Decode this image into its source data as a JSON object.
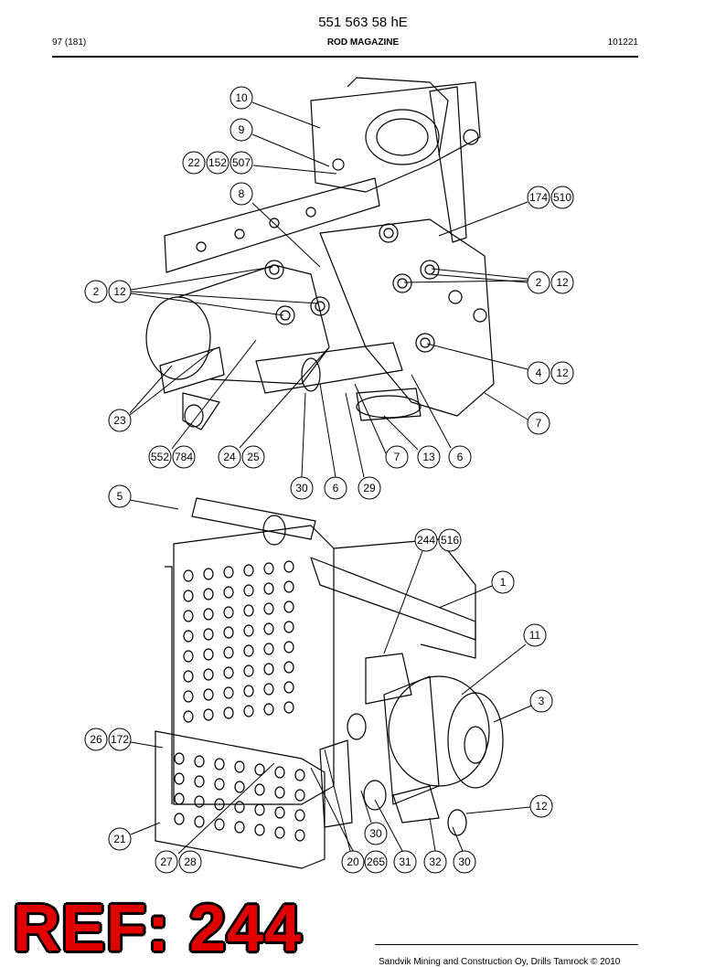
{
  "header": {
    "document_number": "551 563 58 hE",
    "page": "97 (181)",
    "section_title": "ROD MAGAZINE",
    "date_code": "101221"
  },
  "footer": {
    "copyright": "Sandvik Mining and Construction Oy, Drills Tamrock © 2010"
  },
  "overlay": {
    "ref_label": "REF: 244"
  },
  "callouts": [
    "10",
    "9",
    "22",
    "152",
    "507",
    "8",
    "174",
    "510",
    "2",
    "12",
    "2",
    "12",
    "4",
    "12",
    "7",
    "23",
    "552",
    "784",
    "24",
    "25",
    "7",
    "13",
    "6",
    "30",
    "6",
    "29",
    "5",
    "244",
    "516",
    "1",
    "11",
    "3",
    "26",
    "172",
    "12",
    "30",
    "21",
    "27",
    "28",
    "20",
    "265",
    "31",
    "32",
    "30"
  ]
}
